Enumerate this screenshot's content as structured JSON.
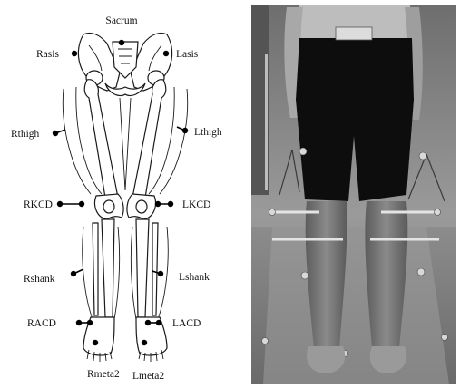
{
  "figure": {
    "panels": [
      {
        "id": "skeleton-diagram"
      },
      {
        "id": "participant-photo"
      }
    ]
  },
  "markers": {
    "sacrum": "Sacrum",
    "rasis": "Rasis",
    "lasis": "Lasis",
    "rthigh": "Rthigh",
    "lthigh": "Lthigh",
    "rkcd": "RKCD",
    "lkcd": "LKCD",
    "rshank": "Rshank",
    "lshank": "Lshank",
    "racd": "RACD",
    "lacd": "LACD",
    "rmeta2": "Rmeta2",
    "lmeta2": "Lmeta2"
  },
  "colors": {
    "marker": "#000000",
    "bone_outline": "#1a1a1a",
    "photo_background": "#8a8a8a",
    "shorts": "#0d0d0d"
  }
}
